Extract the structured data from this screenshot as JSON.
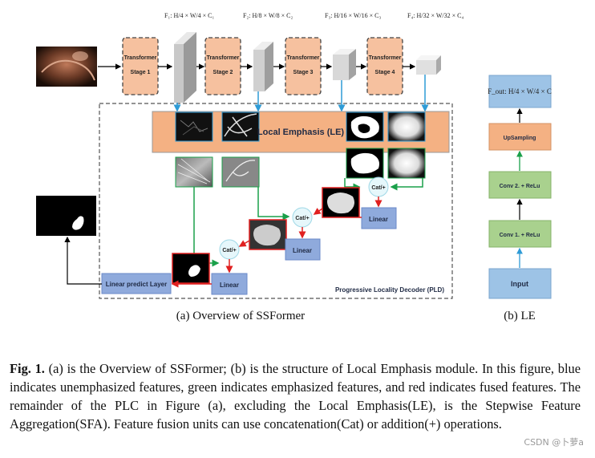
{
  "overview": {
    "stages": [
      "Transformer Stage 1",
      "Transformer Stage 2",
      "Transformer Stage 3",
      "Transformer Stage 4"
    ],
    "features": [
      "F₁: H/4 × W/4 × C₁",
      "F₂: H/8 × W/8 × C₂",
      "F₃: H/16 × W/16 × C₃",
      "F₄: H/32 × W/32 × C₄"
    ],
    "le_label": "Local Emphasis (LE)",
    "fusion_label": "Cat/+",
    "linear_label": "Linear",
    "predict_label": "Linear predict Layer",
    "pld_label": "Progressive Locality Decoder (PLD)",
    "subcaption": "(a) Overview of SSFormer"
  },
  "le": {
    "output_label": "F_out: H/4 × W/4 × C",
    "blocks": [
      "UpSampling",
      "Conv 2. + ReLu",
      "Conv 1. + ReLu",
      "Input"
    ],
    "subcaption": "(b) LE"
  },
  "caption": {
    "label": "Fig. 1.",
    "text": "(a) is the Overview of SSFormer; (b) is the structure of Local Emphasis module. In this figure, blue indicates unemphasized features, green indicates emphasized features, and red indicates fused features. The remainder of the PLC in Figure (a), excluding the Local Emphasis(LE), is the Stepwise Feature Aggregation(SFA). Feature fusion units can use concatenation(Cat) or addition(+) operations."
  },
  "watermark": "CSDN @卜萝a",
  "colors": {
    "transformer": "#f6c19f",
    "transformer_border": "#444444",
    "le_bar": "#f4b183",
    "linear": "#8faadc",
    "blue_arrow": "#2e9bd6",
    "green_arrow": "#1aa04a",
    "red_arrow": "#e02020",
    "le_green": "#a9d18e",
    "le_orange": "#f4b183",
    "le_blue": "#9dc3e6"
  }
}
